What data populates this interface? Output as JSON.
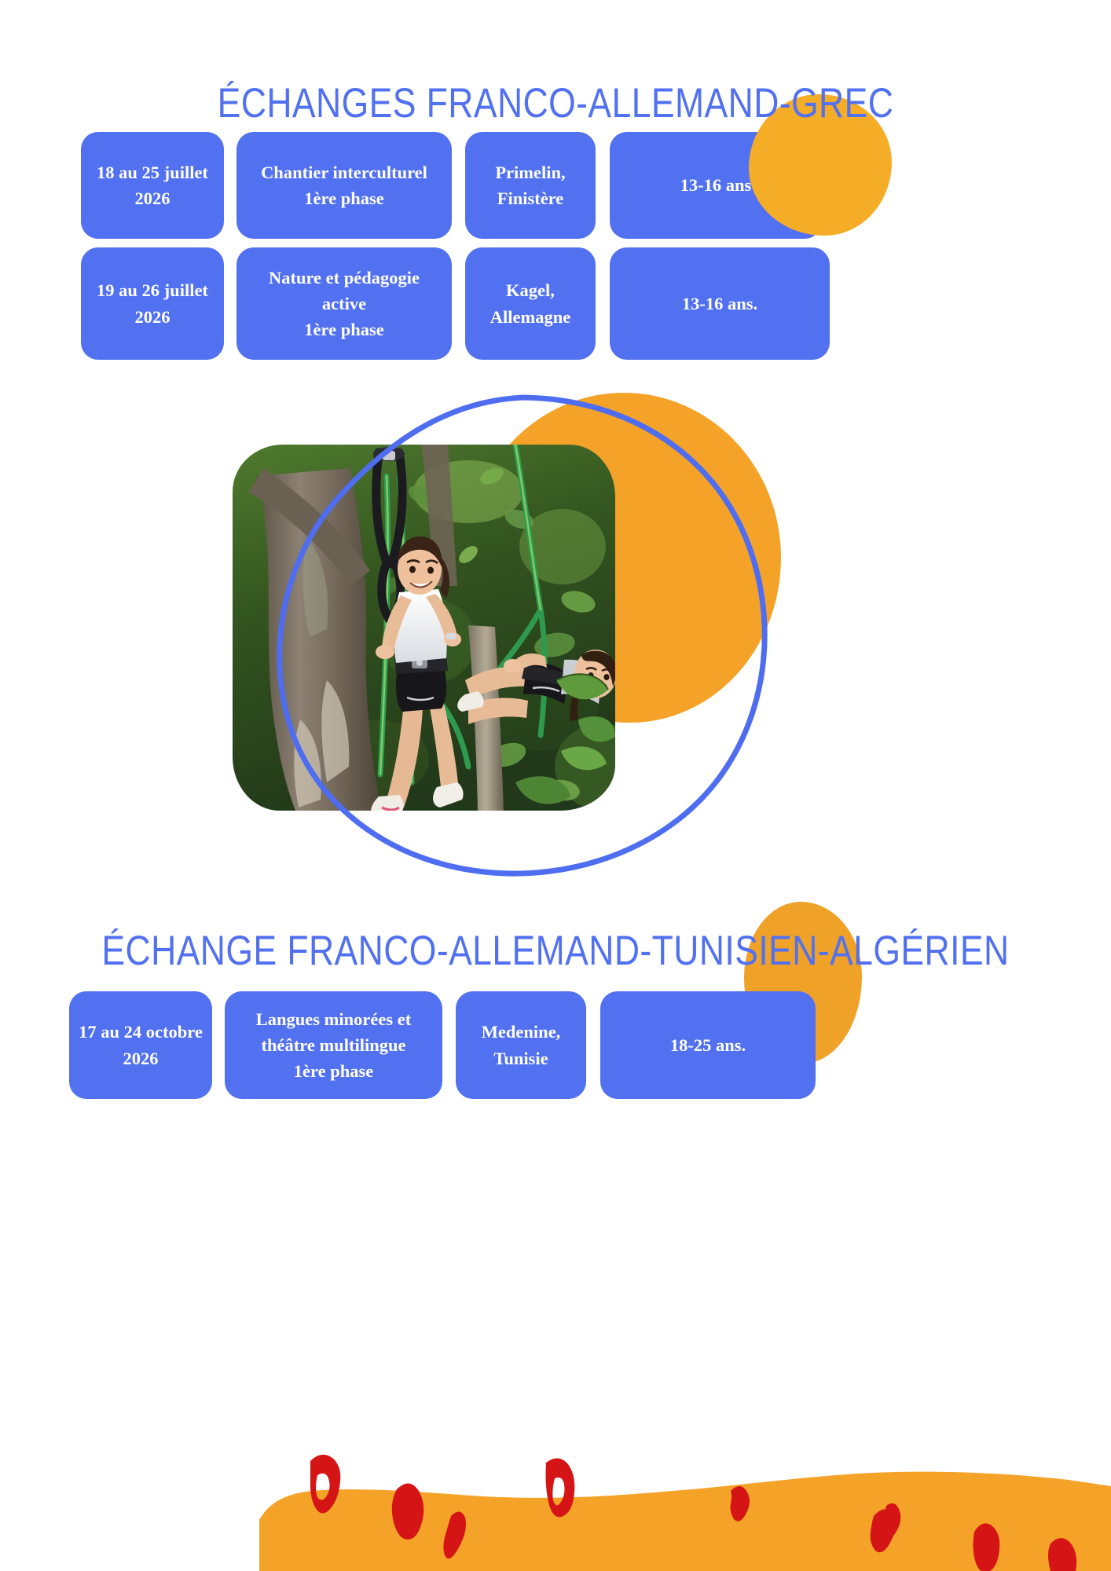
{
  "colors": {
    "brand_blue": "#5271F0",
    "orange": "#F5A328",
    "orange_alt": "#F0A127",
    "red": "#D51515",
    "white": "#FFFFFF",
    "background": "#FFFFFF"
  },
  "headings": {
    "first": "ÉCHANGES FRANCO-ALLEMAND-GREC",
    "second": "ÉCHANGE FRANCO-ALLEMAND-TUNISIEN-ALGÉRIEN"
  },
  "sections": [
    {
      "title": "ÉCHANGES FRANCO-ALLEMAND-GREC",
      "rows": [
        {
          "dates": "18 au 25 juillet\n2026",
          "theme": "Chantier interculturel\n1ère phase",
          "place": "Primelin,\nFinistère",
          "ages": "13-16 ans"
        },
        {
          "dates": "19 au 26 juillet\n2026",
          "theme": "Nature et pédagogie active\n1ère phase",
          "place": "Kagel,\nAllemagne",
          "ages": "13-16 ans."
        }
      ]
    },
    {
      "title": "ÉCHANGE FRANCO-ALLEMAND-TUNISIEN-ALGÉRIEN",
      "rows": [
        {
          "dates": "17 au 24 octobre\n2026",
          "theme": "Langues minorées et théâtre multilingue\n1ère phase",
          "place": "Medenine,\nTunisie",
          "ages": "18-25 ans."
        }
      ]
    }
  ],
  "photo": {
    "alt": "Deux jeunes filles suspendues à des cordes vertes dans un arbre lors d'une activité de grimpe d'arbre en forêt",
    "name": "tree-climbing-photo"
  },
  "decorations": {
    "top_right_blob": "orange-blob",
    "large_circle": "orange-circle",
    "mid_blob": "orange-blob",
    "hand_drawn_circle": "blue-circle-outline",
    "bottom_band": "orange-band-with-red-marks"
  }
}
